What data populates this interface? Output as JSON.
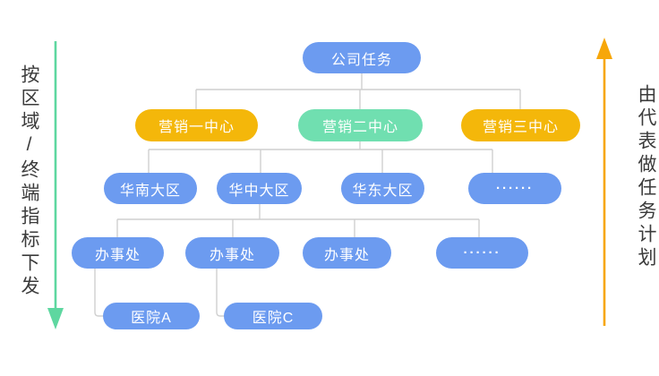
{
  "diagram": {
    "left_annotation": {
      "text": "按区域/终端指标下发",
      "arrow_direction": "down",
      "arrow_color": "#5ED7A0"
    },
    "right_annotation": {
      "text": "由代表做任务计划",
      "arrow_direction": "up",
      "arrow_color": "#F7A70A"
    },
    "colors": {
      "node_blue": "#6C9BF0",
      "node_yellow": "#F4B70A",
      "node_green": "#70DFB0",
      "connector": "#CFCFCF",
      "node_text": "#FFFFFF"
    },
    "nodes": {
      "company_task": {
        "label": "公司任务",
        "color": "blue"
      },
      "marketing_center_1": {
        "label": "营销一中心",
        "color": "yellow"
      },
      "marketing_center_2": {
        "label": "营销二中心",
        "color": "green"
      },
      "marketing_center_3": {
        "label": "营销三中心",
        "color": "yellow"
      },
      "region_south": {
        "label": "华南大区",
        "color": "blue"
      },
      "region_central": {
        "label": "华中大区",
        "color": "blue"
      },
      "region_east": {
        "label": "华东大区",
        "color": "blue"
      },
      "region_more": {
        "label": "······",
        "color": "blue"
      },
      "office_1": {
        "label": "办事处",
        "color": "blue"
      },
      "office_2": {
        "label": "办事处",
        "color": "blue"
      },
      "office_3": {
        "label": "办事处",
        "color": "blue"
      },
      "office_more": {
        "label": "······",
        "color": "blue"
      },
      "hospital_a": {
        "label": "医院A",
        "color": "blue"
      },
      "hospital_c": {
        "label": "医院C",
        "color": "blue"
      }
    }
  }
}
